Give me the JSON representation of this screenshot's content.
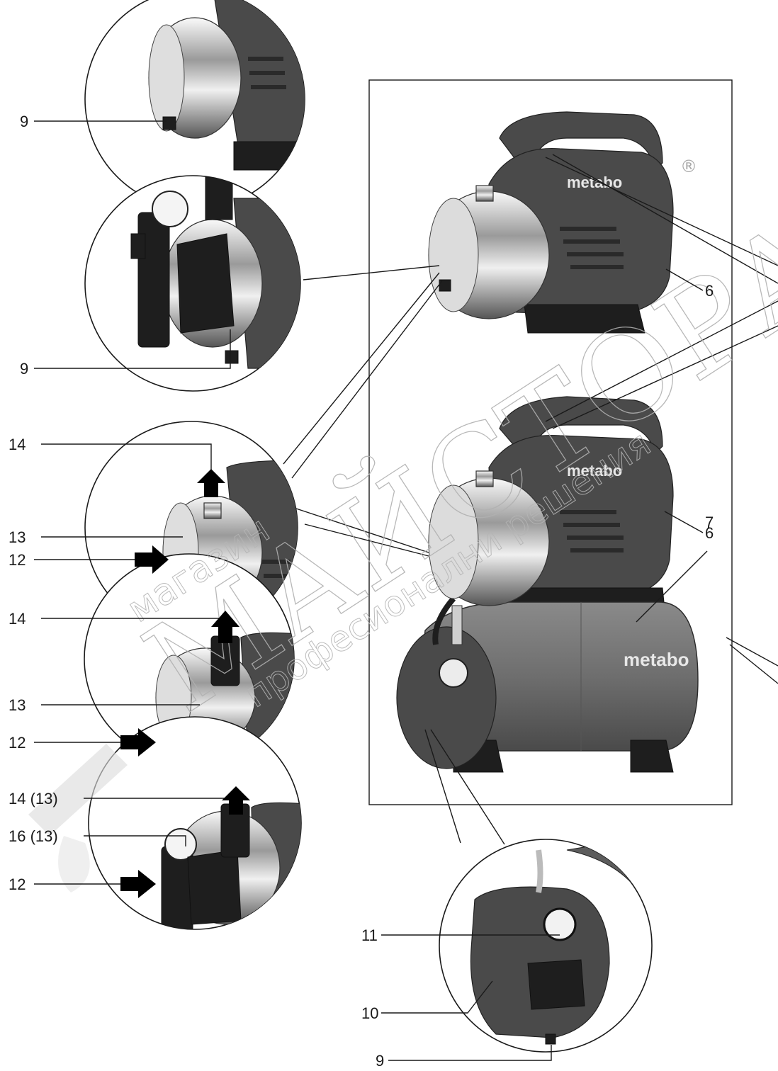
{
  "callouts": {
    "c9_top": "9",
    "c9_mid": "9",
    "c14_a": "14",
    "c13_a": "13",
    "c12_a": "12",
    "c14_b": "14",
    "c13_b": "13",
    "c12_b": "12",
    "c14_13": "14 (13)",
    "c16_13": "16 (13)",
    "c12_c": "12",
    "c6_top": "6",
    "c6_bottom": "6",
    "c7": "7",
    "c11": "11",
    "c10": "10",
    "c9_bottom": "9"
  },
  "brand_logo": "metabo",
  "registered_mark": "®",
  "watermark": {
    "main": "МАЙСТОРА",
    "top": "магазин",
    "sub": "професионални решения"
  },
  "colors": {
    "housing": "#4a4a4a",
    "steel_light": "#f2f2f2",
    "steel_dark": "#5a5a5a",
    "tank": "#6e6e6e",
    "line": "#1a1a1a",
    "watermark": "#b0b0b0"
  }
}
